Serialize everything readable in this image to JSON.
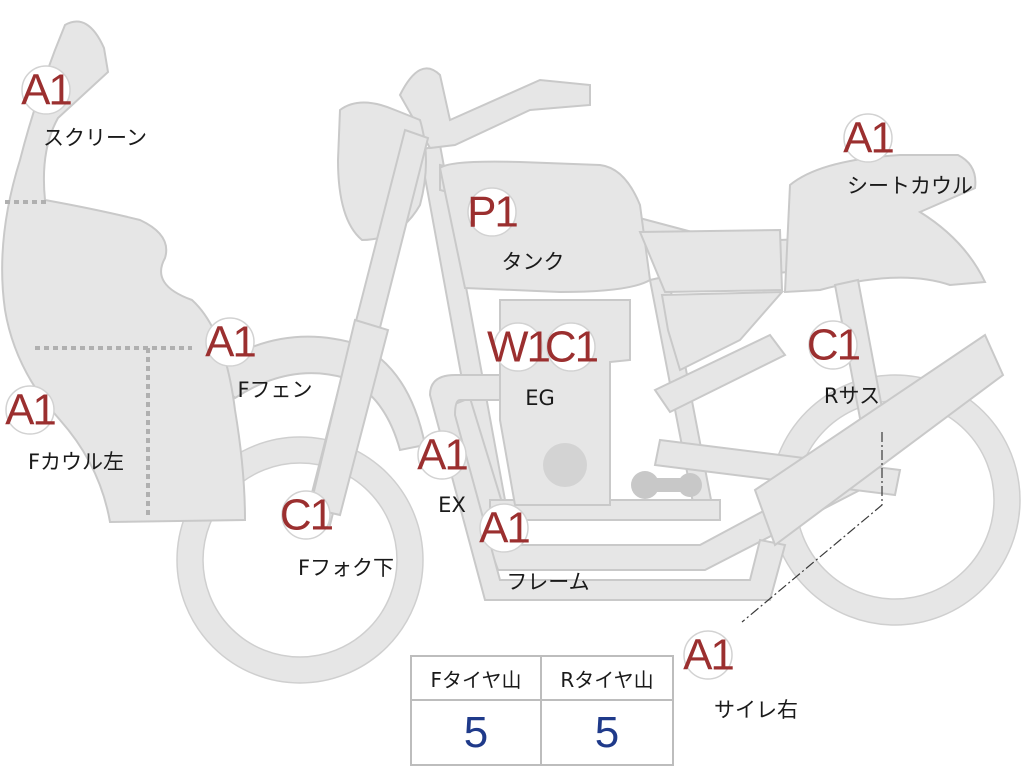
{
  "parts": [
    {
      "id": "screen",
      "grade": "A1",
      "label": "スクリーン"
    },
    {
      "id": "tank",
      "grade": "P1",
      "label": "タンク"
    },
    {
      "id": "seat-cowl",
      "grade": "A1",
      "label": "シートカウル"
    },
    {
      "id": "f-fender",
      "grade": "A1",
      "label": "Fフェン"
    },
    {
      "id": "engine",
      "grade": "W1",
      "grade2": "C1",
      "label": "EG"
    },
    {
      "id": "r-suspension",
      "grade": "C1",
      "label": "Rサス"
    },
    {
      "id": "f-cowl-left",
      "grade": "A1",
      "label": "Fカウル左"
    },
    {
      "id": "exhaust",
      "grade": "A1",
      "label": "EX"
    },
    {
      "id": "f-fork-lower",
      "grade": "C1",
      "label": "Fフォク下"
    },
    {
      "id": "frame",
      "grade": "A1",
      "label": "フレーム"
    },
    {
      "id": "silencer-right",
      "grade": "A1",
      "label": "サイレ右"
    }
  ],
  "tread": {
    "front_label": "Fタイヤ山",
    "rear_label": "Rタイヤ山",
    "front_value": "5",
    "rear_value": "5"
  }
}
